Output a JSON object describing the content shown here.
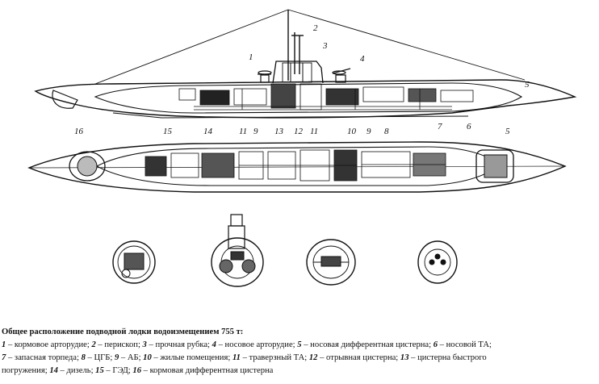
{
  "side_view_labels": [
    "1",
    "2",
    "3",
    "4",
    "5",
    "16",
    "15",
    "14",
    "11",
    "9",
    "13",
    "12",
    "11",
    "10",
    "9",
    "8",
    "7",
    "6",
    "5"
  ],
  "caption": {
    "title": "Общее расположение подводной лодки водоизмещением 755 т:",
    "line1": [
      {
        "num": "1",
        "text": " – кормовое арторудие; "
      },
      {
        "num": "2",
        "text": " – перископ; "
      },
      {
        "num": "3",
        "text": " – прочная рубка; "
      },
      {
        "num": "4",
        "text": " – носовое арторудие; "
      },
      {
        "num": "5",
        "text": " – носовая дифферентная цистерна; "
      },
      {
        "num": "6",
        "text": " – носовой ТА;"
      }
    ],
    "line2": [
      {
        "num": "7",
        "text": " – запасная торпеда; "
      },
      {
        "num": "8",
        "text": " – ЦГБ; "
      },
      {
        "num": "9",
        "text": " – АБ; "
      },
      {
        "num": "10",
        "text": " – жилые помещения; "
      },
      {
        "num": "11",
        "text": " – траверзный ТА; "
      },
      {
        "num": "12",
        "text": " – отрывная цистерна; "
      },
      {
        "num": "13",
        "text": " – цистерна быстрого"
      }
    ],
    "line3": [
      {
        "num": "",
        "text": "погружения; "
      },
      {
        "num": "14",
        "text": " – дизель; "
      },
      {
        "num": "15",
        "text": " – ГЭД; "
      },
      {
        "num": "16",
        "text": " – кормовая дифферентная цистерна"
      }
    ]
  }
}
